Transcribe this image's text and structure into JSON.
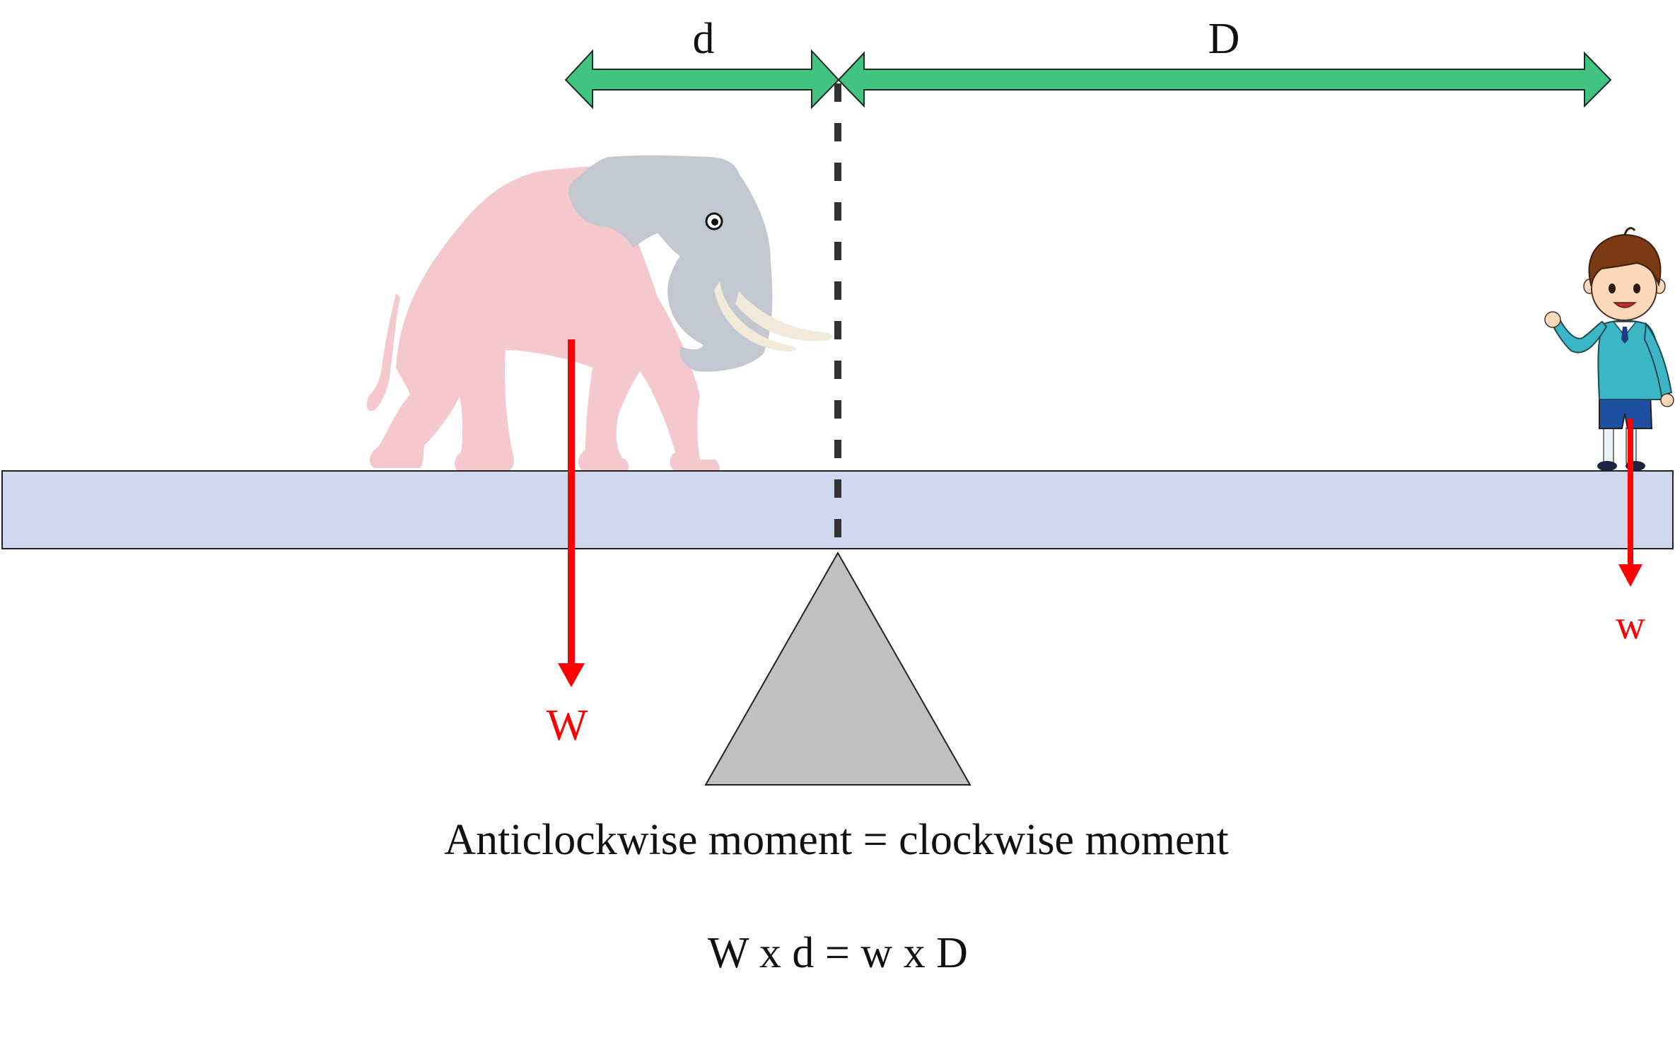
{
  "labels": {
    "small_distance": "d",
    "large_distance": "D",
    "elephant_weight": "W",
    "boy_weight": "w",
    "principle": "Anticlockwise moment = clockwise moment",
    "equation": "W x d = w x D"
  },
  "colors": {
    "arrow_green": "#41c47f",
    "arrow_green_stroke": "#1e2a22",
    "force_red": "#ff0000",
    "beam_fill": "#d0d8f0",
    "fulcrum_fill": "#c0c0c0",
    "pivot_line": "#333333",
    "elephant_body": "#f4c8cc",
    "elephant_head": "#c3c8d0",
    "tusk": "#f1ead8",
    "boy_jacket": "#3cb6c6",
    "boy_shorts": "#1f4fa0",
    "boy_hair": "#7a3b14",
    "boy_skin": "#fcd9bb"
  },
  "icons": {
    "elephant": "elephant-illustration",
    "boy": "boy-illustration"
  }
}
